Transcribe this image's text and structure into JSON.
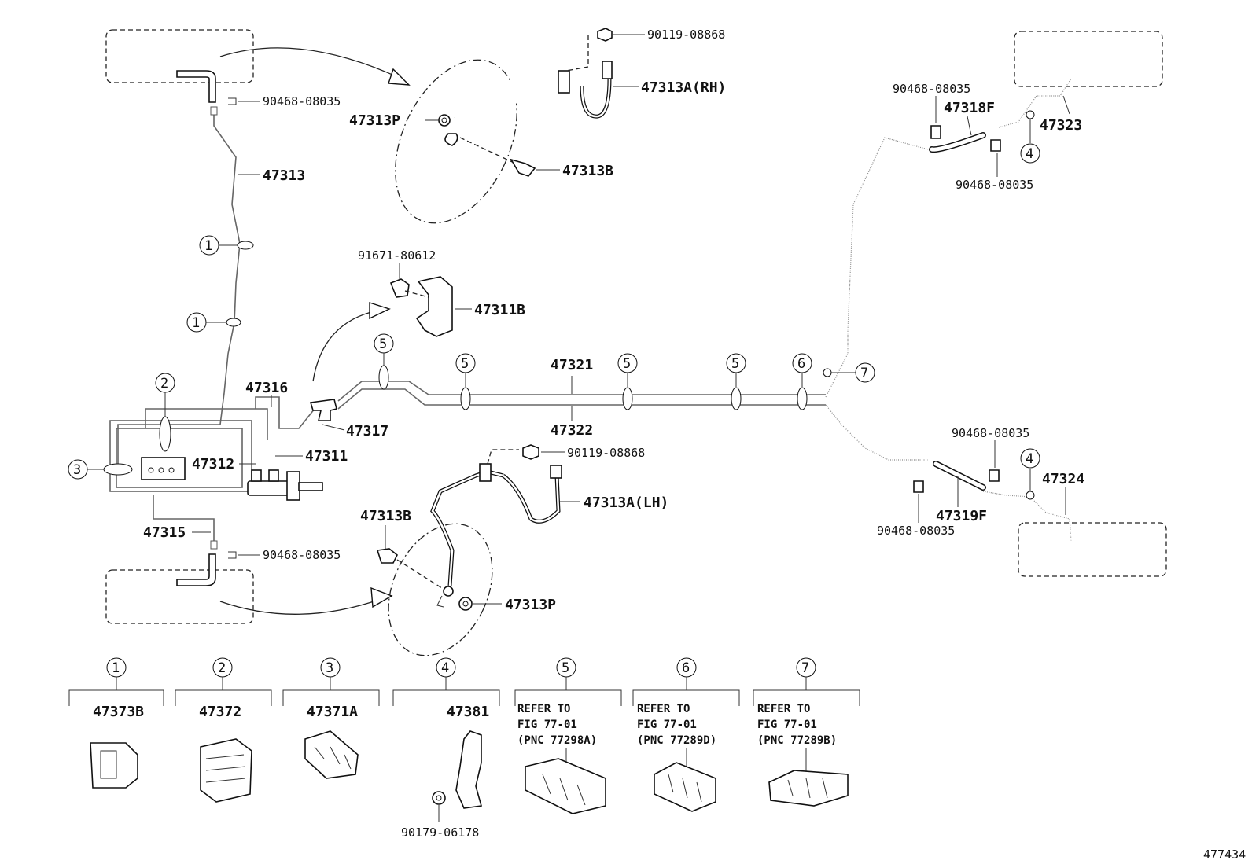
{
  "diagram": {
    "figure_id": "477434",
    "labels": {
      "p90119_top": "90119-08868",
      "p47313A_RH": "47313A(RH)",
      "p90468_tl": "90468-08035",
      "p47313P_top": "47313P",
      "p47313B_top": "47313B",
      "p47313": "47313",
      "p91671": "91671-80612",
      "p47311B": "47311B",
      "p47316": "47316",
      "p47317": "47317",
      "p47312": "47312",
      "p47311": "47311",
      "p47321": "47321",
      "p47322": "47322",
      "p90119_mid": "90119-08868",
      "p47313A_LH": "47313A(LH)",
      "p47313B_bot": "47313B",
      "p47315": "47315",
      "p90468_bl": "90468-08035",
      "p47313P_bot": "47313P",
      "p90468_tr1": "90468-08035",
      "p47318F": "47318F",
      "p47323": "47323",
      "p90468_tr2": "90468-08035",
      "p90468_mr1": "90468-08035",
      "p47324": "47324",
      "p47319F": "47319F",
      "p90468_mr2": "90468-08035"
    },
    "callouts": {
      "c1": "1",
      "c2": "2",
      "c3": "3",
      "c4": "4",
      "c5": "5",
      "c6": "6",
      "c7": "7"
    },
    "legend": [
      {
        "num": "1",
        "part": "47373B"
      },
      {
        "num": "2",
        "part": "47372"
      },
      {
        "num": "3",
        "part": "47371A"
      },
      {
        "num": "4",
        "part": "47381",
        "sub": "90179-06178"
      },
      {
        "num": "5",
        "note1": "REFER TO",
        "note2": "FIG 77-01",
        "note3": "(PNC 77298A)"
      },
      {
        "num": "6",
        "note1": "REFER TO",
        "note2": "FIG 77-01",
        "note3": "(PNC 77289D)"
      },
      {
        "num": "7",
        "note1": "REFER TO",
        "note2": "FIG 77-01",
        "note3": "(PNC 77289B)"
      }
    ]
  }
}
